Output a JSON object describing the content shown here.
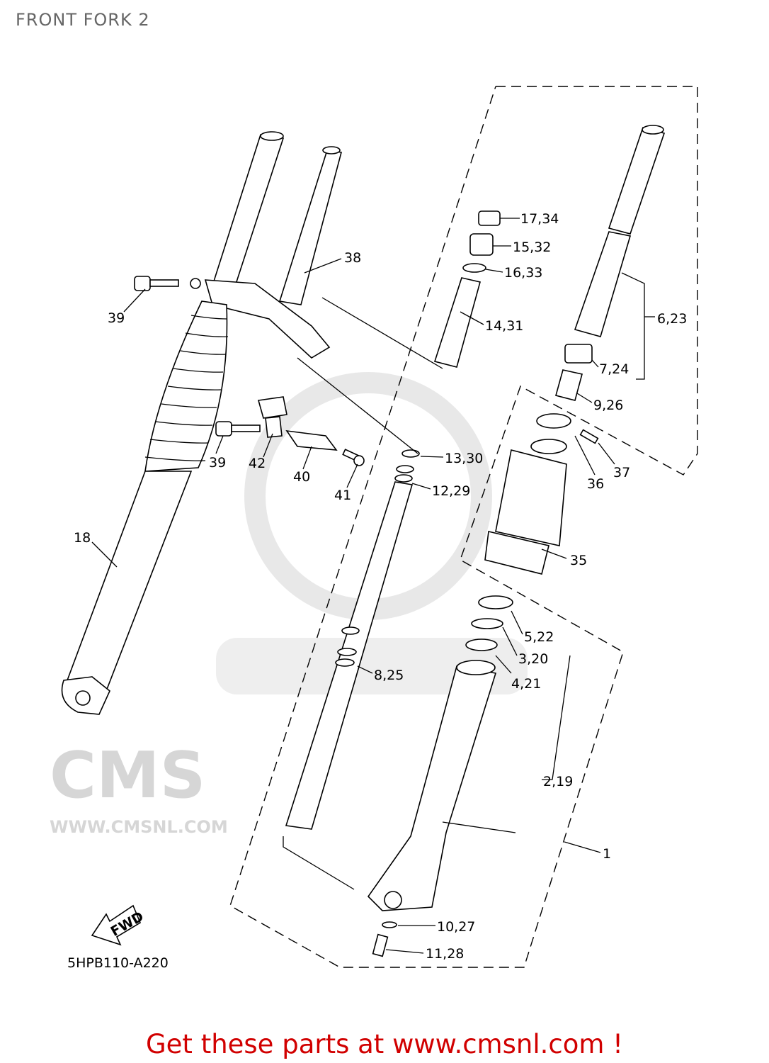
{
  "title": "FRONT FORK 2",
  "footer": "Get these parts at www.cmsnl.com !",
  "diagram_code": "5HPB110-A220",
  "fwd_arrow_label": "FWD",
  "watermark": {
    "logo": "CMS",
    "url": "WWW.CMSNL.COM"
  },
  "callouts": [
    "17,34",
    "15,32",
    "16,33",
    "14,31",
    "6,23",
    "7,24",
    "9,26",
    "38",
    "39",
    "39",
    "42",
    "40",
    "41",
    "13,30",
    "12,29",
    "36",
    "37",
    "35",
    "18",
    "5,22",
    "3,20",
    "4,21",
    "8,25",
    "2,19",
    "1",
    "10,27",
    "11,28"
  ]
}
